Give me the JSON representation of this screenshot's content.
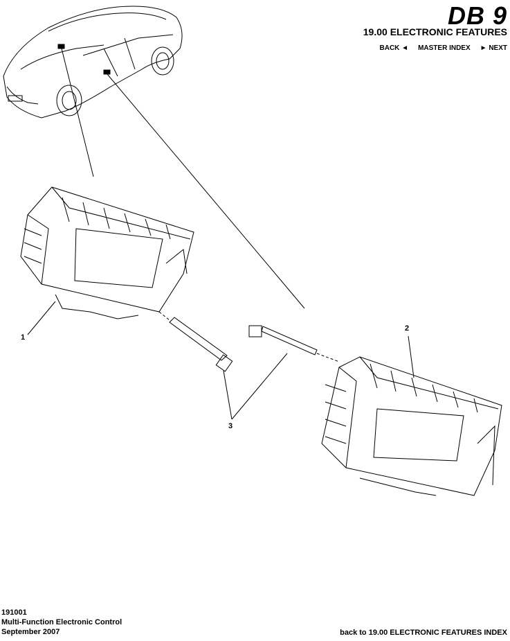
{
  "header": {
    "logo": "DB 9",
    "section_title": "19.00 ELECTRONIC FEATURES",
    "nav": {
      "back": "BACK ◄",
      "master_index": "MASTER INDEX",
      "next": "► NEXT"
    }
  },
  "callouts": {
    "one": "1",
    "two": "2",
    "three": "3"
  },
  "footer": {
    "part_number": "191001",
    "description": "Multi-Function Electronic Control",
    "date": "September 2007",
    "index_link": "back to 19.00 ELECTRONIC FEATURES INDEX"
  }
}
